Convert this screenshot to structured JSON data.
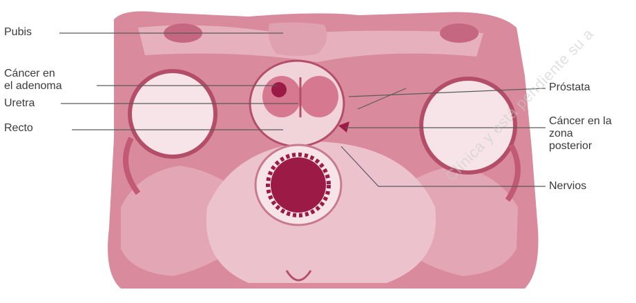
{
  "labels": {
    "pubis": "Pubis",
    "cancer_adenoma_line1": "Cáncer en",
    "cancer_adenoma_line2": "el adenoma",
    "uretra": "Uretra",
    "recto": "Recto",
    "prostata": "Próstata",
    "cancer_posterior_line1": "Cáncer en la",
    "cancer_posterior_line2": "zona",
    "cancer_posterior_line3": "posterior",
    "nervios": "Nervios"
  },
  "watermark_text": "Clínica y está pendiente su a",
  "colors": {
    "tissue_base": "#d98a9c",
    "tissue_light": "#ecc3cd",
    "tissue_pale": "#f6e4e8",
    "tissue_dark": "#b44e68",
    "tumor": "#9b1a46",
    "leader_line": "#5a5a5a",
    "label_text": "#3a3a3a"
  }
}
